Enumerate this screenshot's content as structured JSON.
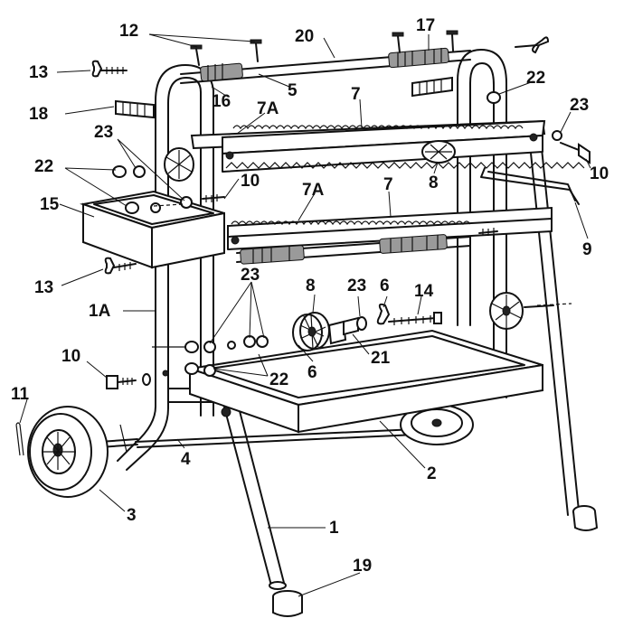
{
  "diagram": {
    "part_labels": {
      "p1": "1",
      "p1a": "1A",
      "p2": "2",
      "p3": "3",
      "p4": "4",
      "p5": "5",
      "p6a": "6",
      "p6b": "6",
      "p7a": "7",
      "p7b": "7",
      "p7aa": "7A",
      "p7ab": "7A",
      "p8a": "8",
      "p8b": "8",
      "p9": "9",
      "p10a": "10",
      "p10b": "10",
      "p10c": "10",
      "p11": "11",
      "p12": "12",
      "p13a": "13",
      "p13b": "13",
      "p14": "14",
      "p15": "15",
      "p16": "16",
      "p17": "17",
      "p18": "18",
      "p19": "19",
      "p20": "20",
      "p21": "21",
      "p22a": "22",
      "p22b": "22",
      "p22c": "22",
      "p23a": "23",
      "p23b": "23",
      "p23c": "23",
      "p23d": "23"
    }
  }
}
